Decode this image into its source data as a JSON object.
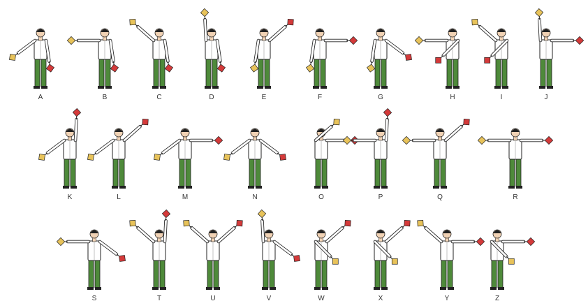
{
  "colors": {
    "flag_yellow": "#e8c35a",
    "flag_red": "#d43a3a",
    "trousers": "#4e8a3a",
    "shirt": "#ffffff",
    "outline": "#222222",
    "letter_color": "#333333"
  },
  "figures": [
    {
      "letter": "A",
      "left_arm": "down-out",
      "right_arm": "down"
    },
    {
      "letter": "B",
      "left_arm": "out",
      "right_arm": "down"
    },
    {
      "letter": "C",
      "left_arm": "up-out",
      "right_arm": "down"
    },
    {
      "letter": "D",
      "left_arm": "up",
      "right_arm": "down"
    },
    {
      "letter": "E",
      "left_arm": "down",
      "right_arm": "up-out"
    },
    {
      "letter": "F",
      "left_arm": "down",
      "right_arm": "out"
    },
    {
      "letter": "G",
      "left_arm": "down",
      "right_arm": "down-out"
    },
    {
      "letter": "H",
      "left_arm": "out",
      "right_arm": "across-down"
    },
    {
      "letter": "I",
      "left_arm": "up-out",
      "right_arm": "across-down"
    },
    {
      "letter": "J",
      "left_arm": "up",
      "right_arm": "out"
    },
    {
      "letter": "K",
      "left_arm": "down-out",
      "right_arm": "up"
    },
    {
      "letter": "L",
      "left_arm": "down-out",
      "right_arm": "up-out"
    },
    {
      "letter": "M",
      "left_arm": "down-out",
      "right_arm": "out"
    },
    {
      "letter": "N",
      "left_arm": "down-out",
      "right_arm": "down-out"
    },
    {
      "letter": "O",
      "left_arm": "across-up",
      "right_arm": "out"
    },
    {
      "letter": "P",
      "left_arm": "out",
      "right_arm": "up"
    },
    {
      "letter": "Q",
      "left_arm": "out",
      "right_arm": "up-out"
    },
    {
      "letter": "R",
      "left_arm": "out",
      "right_arm": "out"
    },
    {
      "letter": "S",
      "left_arm": "out",
      "right_arm": "down-out"
    },
    {
      "letter": "T",
      "left_arm": "up-out",
      "right_arm": "up"
    },
    {
      "letter": "U",
      "left_arm": "up-out",
      "right_arm": "up-out"
    },
    {
      "letter": "V",
      "left_arm": "up",
      "right_arm": "down-out"
    },
    {
      "letter": "W",
      "left_arm": "across-down",
      "right_arm": "up-out"
    },
    {
      "letter": "X",
      "left_arm": "across-down",
      "right_arm": "up-out"
    },
    {
      "letter": "Y",
      "left_arm": "up-out",
      "right_arm": "out"
    },
    {
      "letter": "Z",
      "left_arm": "across-down",
      "right_arm": "out"
    }
  ]
}
